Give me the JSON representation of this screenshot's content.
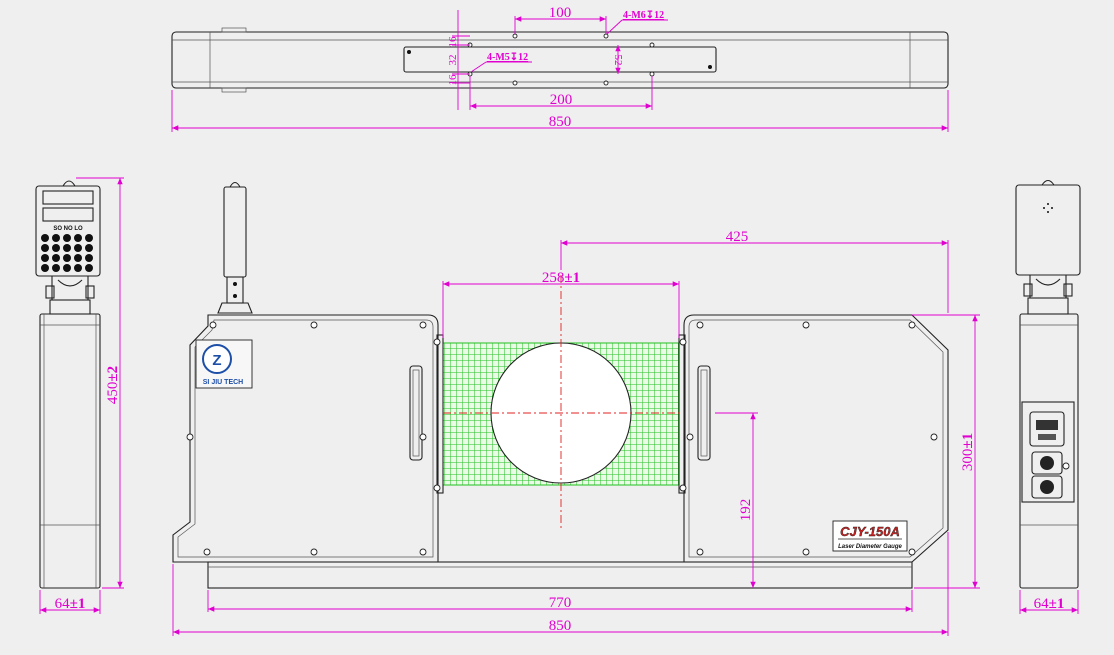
{
  "dims": {
    "top_hole_pitch": "100",
    "top_tap_m6": "4-M6",
    "top_tap_m6_depth": "12",
    "top_tap_m5": "4-M5",
    "top_tap_m5_depth": "12",
    "top_dim_16a": "16",
    "top_dim_32": "32",
    "top_dim_16b": "16",
    "top_dim_52": "52",
    "top_dim_200": "200",
    "top_width": "850",
    "front_425": "425",
    "front_aperture": "258",
    "front_aperture_tol": "±1",
    "front_192": "192",
    "front_height": "300",
    "front_height_tol": "±1",
    "front_base": "770",
    "front_width": "850",
    "left_height": "450",
    "left_height_tol": "±2",
    "left_depth": "64",
    "left_depth_tol": "±1",
    "right_depth": "64",
    "right_depth_tol": "±1"
  },
  "labels": {
    "logo_caption": "SI JIU TECH",
    "model": "CJY-150A",
    "product": "Laser Diameter Gauge",
    "keypad_row": "SO NO LO",
    "depth_symbol": "↧"
  },
  "colors": {
    "dimension": "#e000d0",
    "centerline": "#e02020",
    "laser_grid": "#22c022",
    "outline": "#222222",
    "background": "#efefef"
  }
}
